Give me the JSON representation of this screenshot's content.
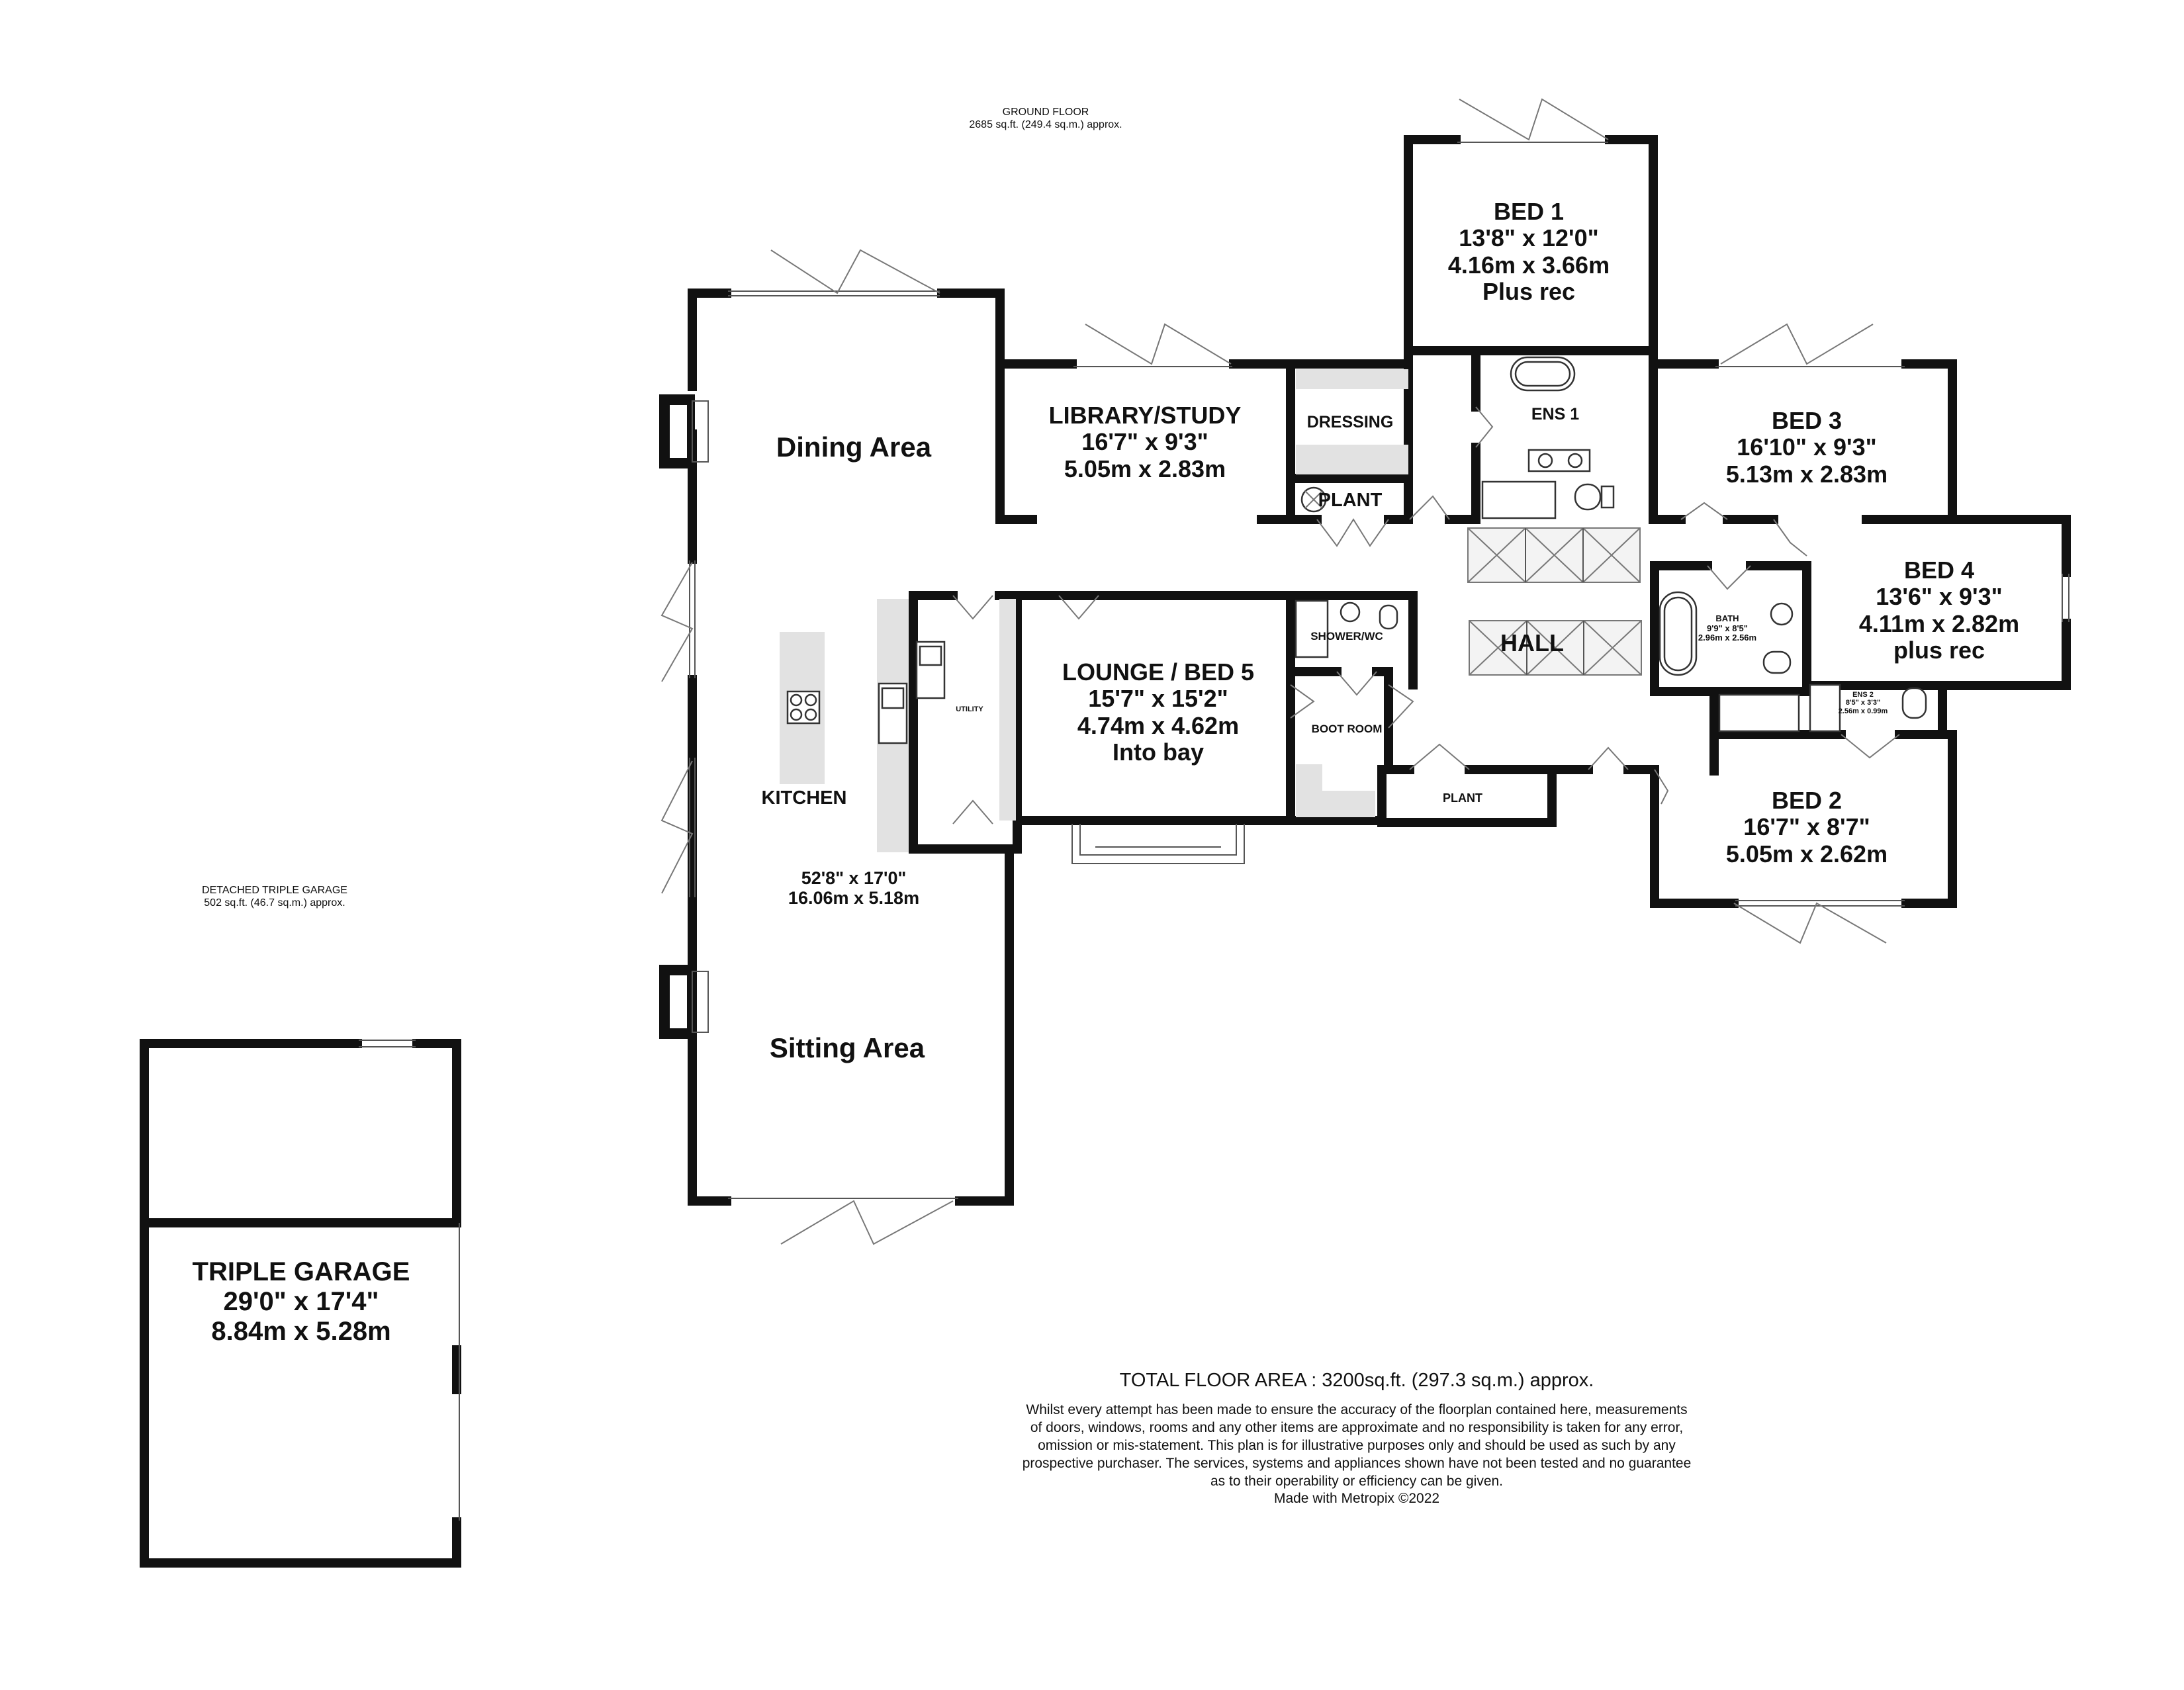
{
  "header": {
    "floor_name": "GROUND FLOOR",
    "floor_area": "2685 sq.ft. (249.4 sq.m.) approx.",
    "garage_name": "DETACHED TRIPLE GARAGE",
    "garage_area": "502 sq.ft. (46.7 sq.m.) approx."
  },
  "rooms": {
    "bed1": {
      "name": "BED 1",
      "dim_imperial": "13'8\"  x 12'0\"",
      "dim_metric": "4.16m  x 3.66m",
      "note": "Plus rec"
    },
    "library": {
      "name": "LIBRARY/STUDY",
      "dim_imperial": "16'7\"  x 9'3\"",
      "dim_metric": "5.05m  x 2.83m"
    },
    "dressing": {
      "name": "DRESSING"
    },
    "ens1": {
      "name": "ENS 1"
    },
    "bed3": {
      "name": "BED 3",
      "dim_imperial": "16'10\"  x 9'3\"",
      "dim_metric": "5.13m  x 2.83m"
    },
    "plant1": {
      "name": "PLANT"
    },
    "bed4": {
      "name": "BED 4",
      "dim_imperial": "13'6\"  x 9'3\"",
      "dim_metric": "4.11m  x 2.82m",
      "note": "plus rec"
    },
    "bath": {
      "name": "BATH",
      "dim_imperial": "9'9\"  x 8'5\"",
      "dim_metric": "2.96m  x 2.56m"
    },
    "shower": {
      "name": "SHOWER/WC"
    },
    "hall": {
      "name": "HALL"
    },
    "lounge": {
      "name": "LOUNGE / BED 5",
      "dim_imperial": "15'7\"  x 15'2\"",
      "dim_metric": "4.74m  x 4.62m",
      "note": "Into bay"
    },
    "bootroom": {
      "name": "BOOT ROOM"
    },
    "ens2": {
      "name": "ENS 2",
      "dim_imperial": "8'5\"  x 3'3\"",
      "dim_metric": "2.56m  x 0.99m"
    },
    "plant2": {
      "name": "PLANT"
    },
    "bed2": {
      "name": "BED 2",
      "dim_imperial": "16'7\"  x 8'7\"",
      "dim_metric": "5.05m  x 2.62m"
    },
    "utility": {
      "name": "UTILITY"
    },
    "kitchen": {
      "name": "KITCHEN",
      "dim_imperial": "52'8\"  x 17'0\"",
      "dim_metric": "16.06m  x 5.18m"
    },
    "dining": {
      "name": "Dining Area"
    },
    "sitting": {
      "name": "Sitting Area"
    },
    "garage": {
      "name": "TRIPLE GARAGE",
      "dim_imperial": "29'0\"  x 17'4\"",
      "dim_metric": "8.84m  x 5.28m"
    }
  },
  "footer": {
    "total": "TOTAL FLOOR AREA : 3200sq.ft. (297.3 sq.m.) approx.",
    "disclaimer_lines": [
      "Whilst every attempt has been made to ensure the accuracy of the floorplan contained here, measurements",
      "of doors, windows, rooms and any other items are approximate and no responsibility is taken for any error,",
      "omission or mis-statement. This plan is for illustrative purposes only and should be used as such by any",
      "prospective purchaser. The services, systems and appliances shown have not been tested and no guarantee",
      "as to their operability or efficiency can be given.",
      "Made with Metropix ©2022"
    ]
  }
}
